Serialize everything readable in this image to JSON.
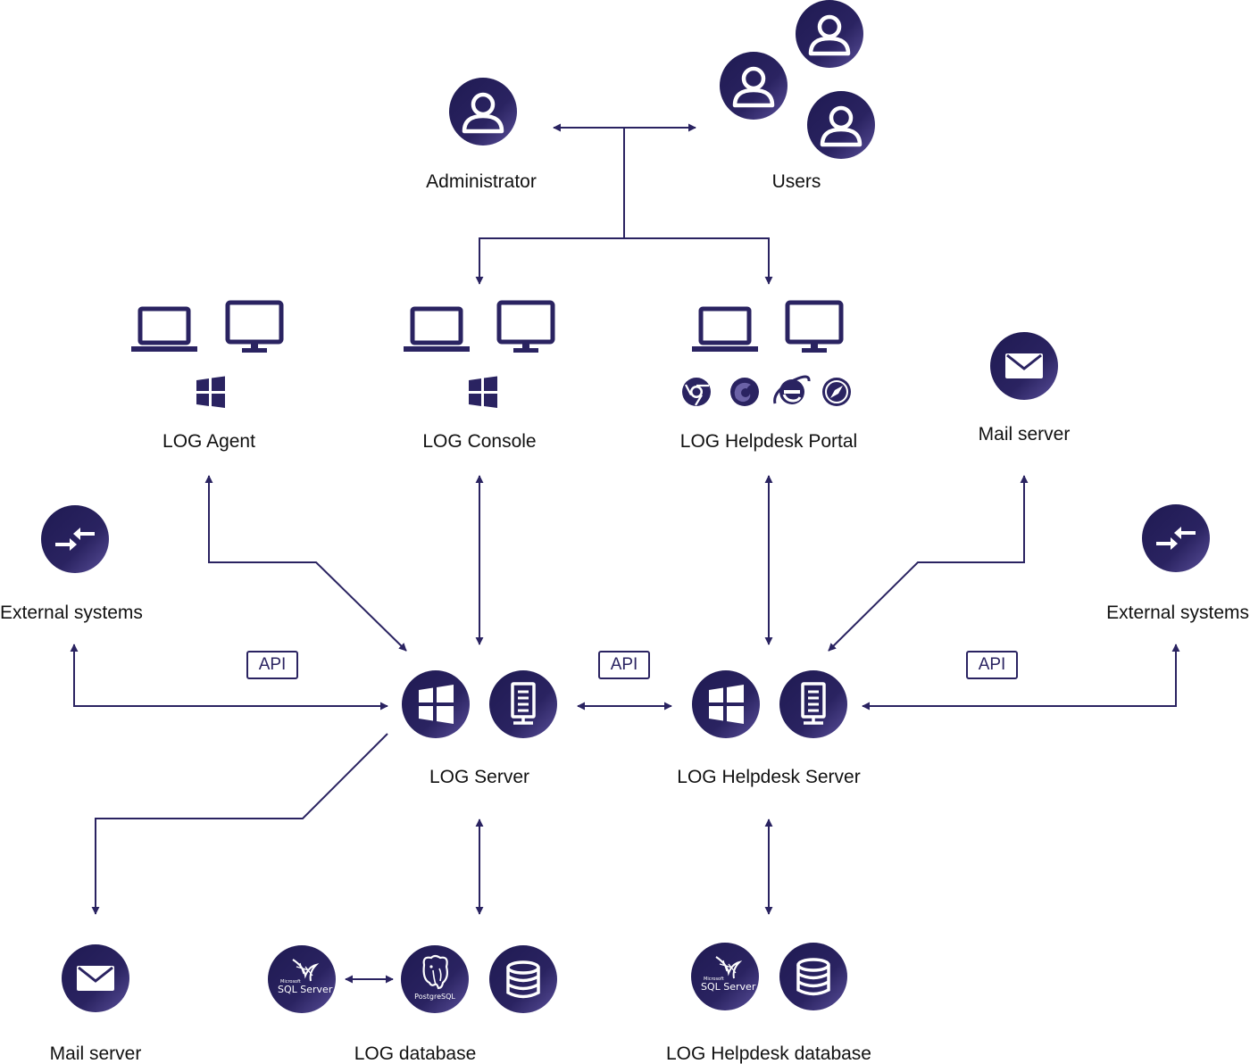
{
  "nodes": {
    "administrator": "Administrator",
    "users": "Users",
    "log_agent": "LOG Agent",
    "log_console": "LOG Console",
    "log_helpdesk_portal": "LOG Helpdesk Portal",
    "mail_server_top": "Mail server",
    "external_systems_left": "External systems",
    "external_systems_right": "External systems",
    "log_server": "LOG Server",
    "log_helpdesk_server": "LOG Helpdesk Server",
    "mail_server_bottom": "Mail server",
    "log_database": "LOG database",
    "log_helpdesk_database": "LOG Helpdesk database"
  },
  "api_badges": [
    "API",
    "API",
    "API"
  ],
  "db_logos": {
    "sql_server_small": "Microsoft",
    "sql_server": "SQL Server",
    "postgresql": "PostgreSQL"
  },
  "colors": {
    "primary": "#2a2361",
    "gradient_end": "#4a3f88",
    "line": "#2a2361",
    "text": "#111111"
  },
  "icons": [
    "user-icon",
    "laptop-icon",
    "monitor-icon",
    "windows-icon",
    "chrome-icon",
    "firefox-icon",
    "ie-icon",
    "safari-icon",
    "mail-icon",
    "exchange-icon",
    "server-icon",
    "database-icon",
    "sql-server-logo",
    "postgresql-logo"
  ]
}
